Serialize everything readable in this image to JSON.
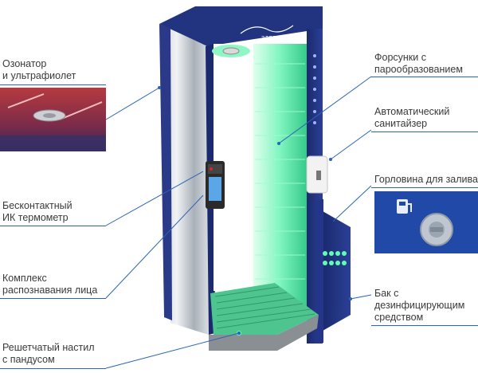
{
  "brand": {
    "logo_text": "ЗДОРОВЬЯ",
    "accent_color": "#2a64b4",
    "frame_color": "#1e2f7a",
    "led_color": "#52f0a8"
  },
  "callouts": {
    "ozonator": [
      "Озонатор",
      "и ультрафиолет"
    ],
    "thermometer": [
      "Бесконтактный",
      "ИК термометр"
    ],
    "face_recognition": [
      "Комплекс",
      "распознавания лица"
    ],
    "floor": [
      "Решетчатый настил",
      "с пандусом"
    ],
    "nozzles": [
      "Форсунки с",
      "парообразованием"
    ],
    "sanitizer": [
      "Автоматический",
      "санитайзер"
    ],
    "filler": [
      "Горловина для залива"
    ],
    "tank": [
      "Бак с",
      "дезинфицирующим",
      "средством"
    ]
  },
  "icons": [
    "fuel-pump-icon",
    "filler-cap-icon"
  ]
}
